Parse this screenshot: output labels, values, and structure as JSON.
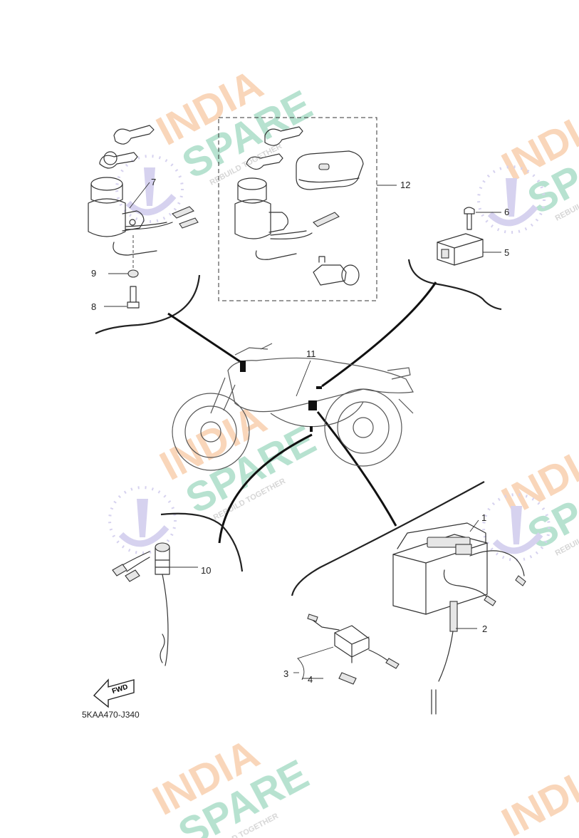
{
  "diagram": {
    "code": "5KAA470-J340",
    "fwd_label": "FWD",
    "callouts": [
      {
        "id": "1",
        "label": "1"
      },
      {
        "id": "2",
        "label": "2"
      },
      {
        "id": "3",
        "label": "3"
      },
      {
        "id": "4",
        "label": "4"
      },
      {
        "id": "5",
        "label": "5"
      },
      {
        "id": "6",
        "label": "6"
      },
      {
        "id": "7",
        "label": "7"
      },
      {
        "id": "8",
        "label": "8"
      },
      {
        "id": "9",
        "label": "9"
      },
      {
        "id": "10",
        "label": "10"
      },
      {
        "id": "11",
        "label": "11"
      },
      {
        "id": "12",
        "label": "12"
      }
    ]
  },
  "watermark": {
    "line1": "INDIA",
    "line2": "SPARE",
    "tagline": "REBUILD TOGETHER",
    "colors": {
      "india": "#f7c9a3",
      "spare": "#9fd9c0",
      "tagline": "#c9c9c9",
      "logo": "#c9c3ea"
    }
  }
}
